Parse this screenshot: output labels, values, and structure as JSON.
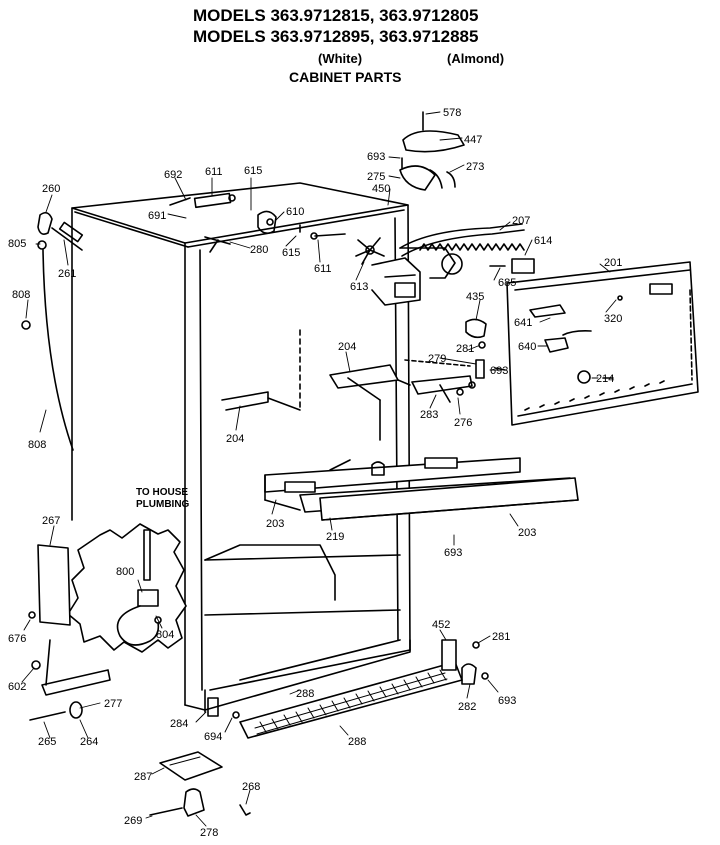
{
  "header": {
    "line1": "MODELS 363.9712815, 363.9712805",
    "line2": "MODELS 363.9712895, 363.9712885",
    "white": "(White)",
    "almond": "(Almond)",
    "title": "CABINET PARTS"
  },
  "notes": {
    "house_plumbing_1": "TO HOUSE",
    "house_plumbing_2": "PLUMBING"
  },
  "parts": {
    "p578": "578",
    "p447": "447",
    "p693a": "693",
    "p273": "273",
    "p275": "275",
    "p450": "450",
    "p692": "692",
    "p611a": "611",
    "p615a": "615",
    "p691": "691",
    "p610": "610",
    "p615b": "615",
    "p280": "280",
    "p611b": "611",
    "p613": "613",
    "p207": "207",
    "p614": "614",
    "p685": "685",
    "p201": "201",
    "p260": "260",
    "p805": "805",
    "p261": "261",
    "p808a": "808",
    "p435": "435",
    "p641": "641",
    "p320": "320",
    "p640": "640",
    "p281a": "281",
    "p279": "279",
    "p693b": "693",
    "p204a": "204",
    "p214": "214",
    "p283": "283",
    "p276": "276",
    "p204b": "204",
    "p808b": "808",
    "p203a": "203",
    "p219": "219",
    "p203b": "203",
    "p267": "267",
    "p693c": "693",
    "p800": "800",
    "p804": "804",
    "p676": "676",
    "p452": "452",
    "p281b": "281",
    "p602": "602",
    "p288a": "288",
    "p277": "277",
    "p693d": "693",
    "p282": "282",
    "p284": "284",
    "p694": "694",
    "p265": "265",
    "p264": "264",
    "p288b": "288",
    "p287": "287",
    "p268": "268",
    "p269": "269",
    "p278": "278"
  }
}
